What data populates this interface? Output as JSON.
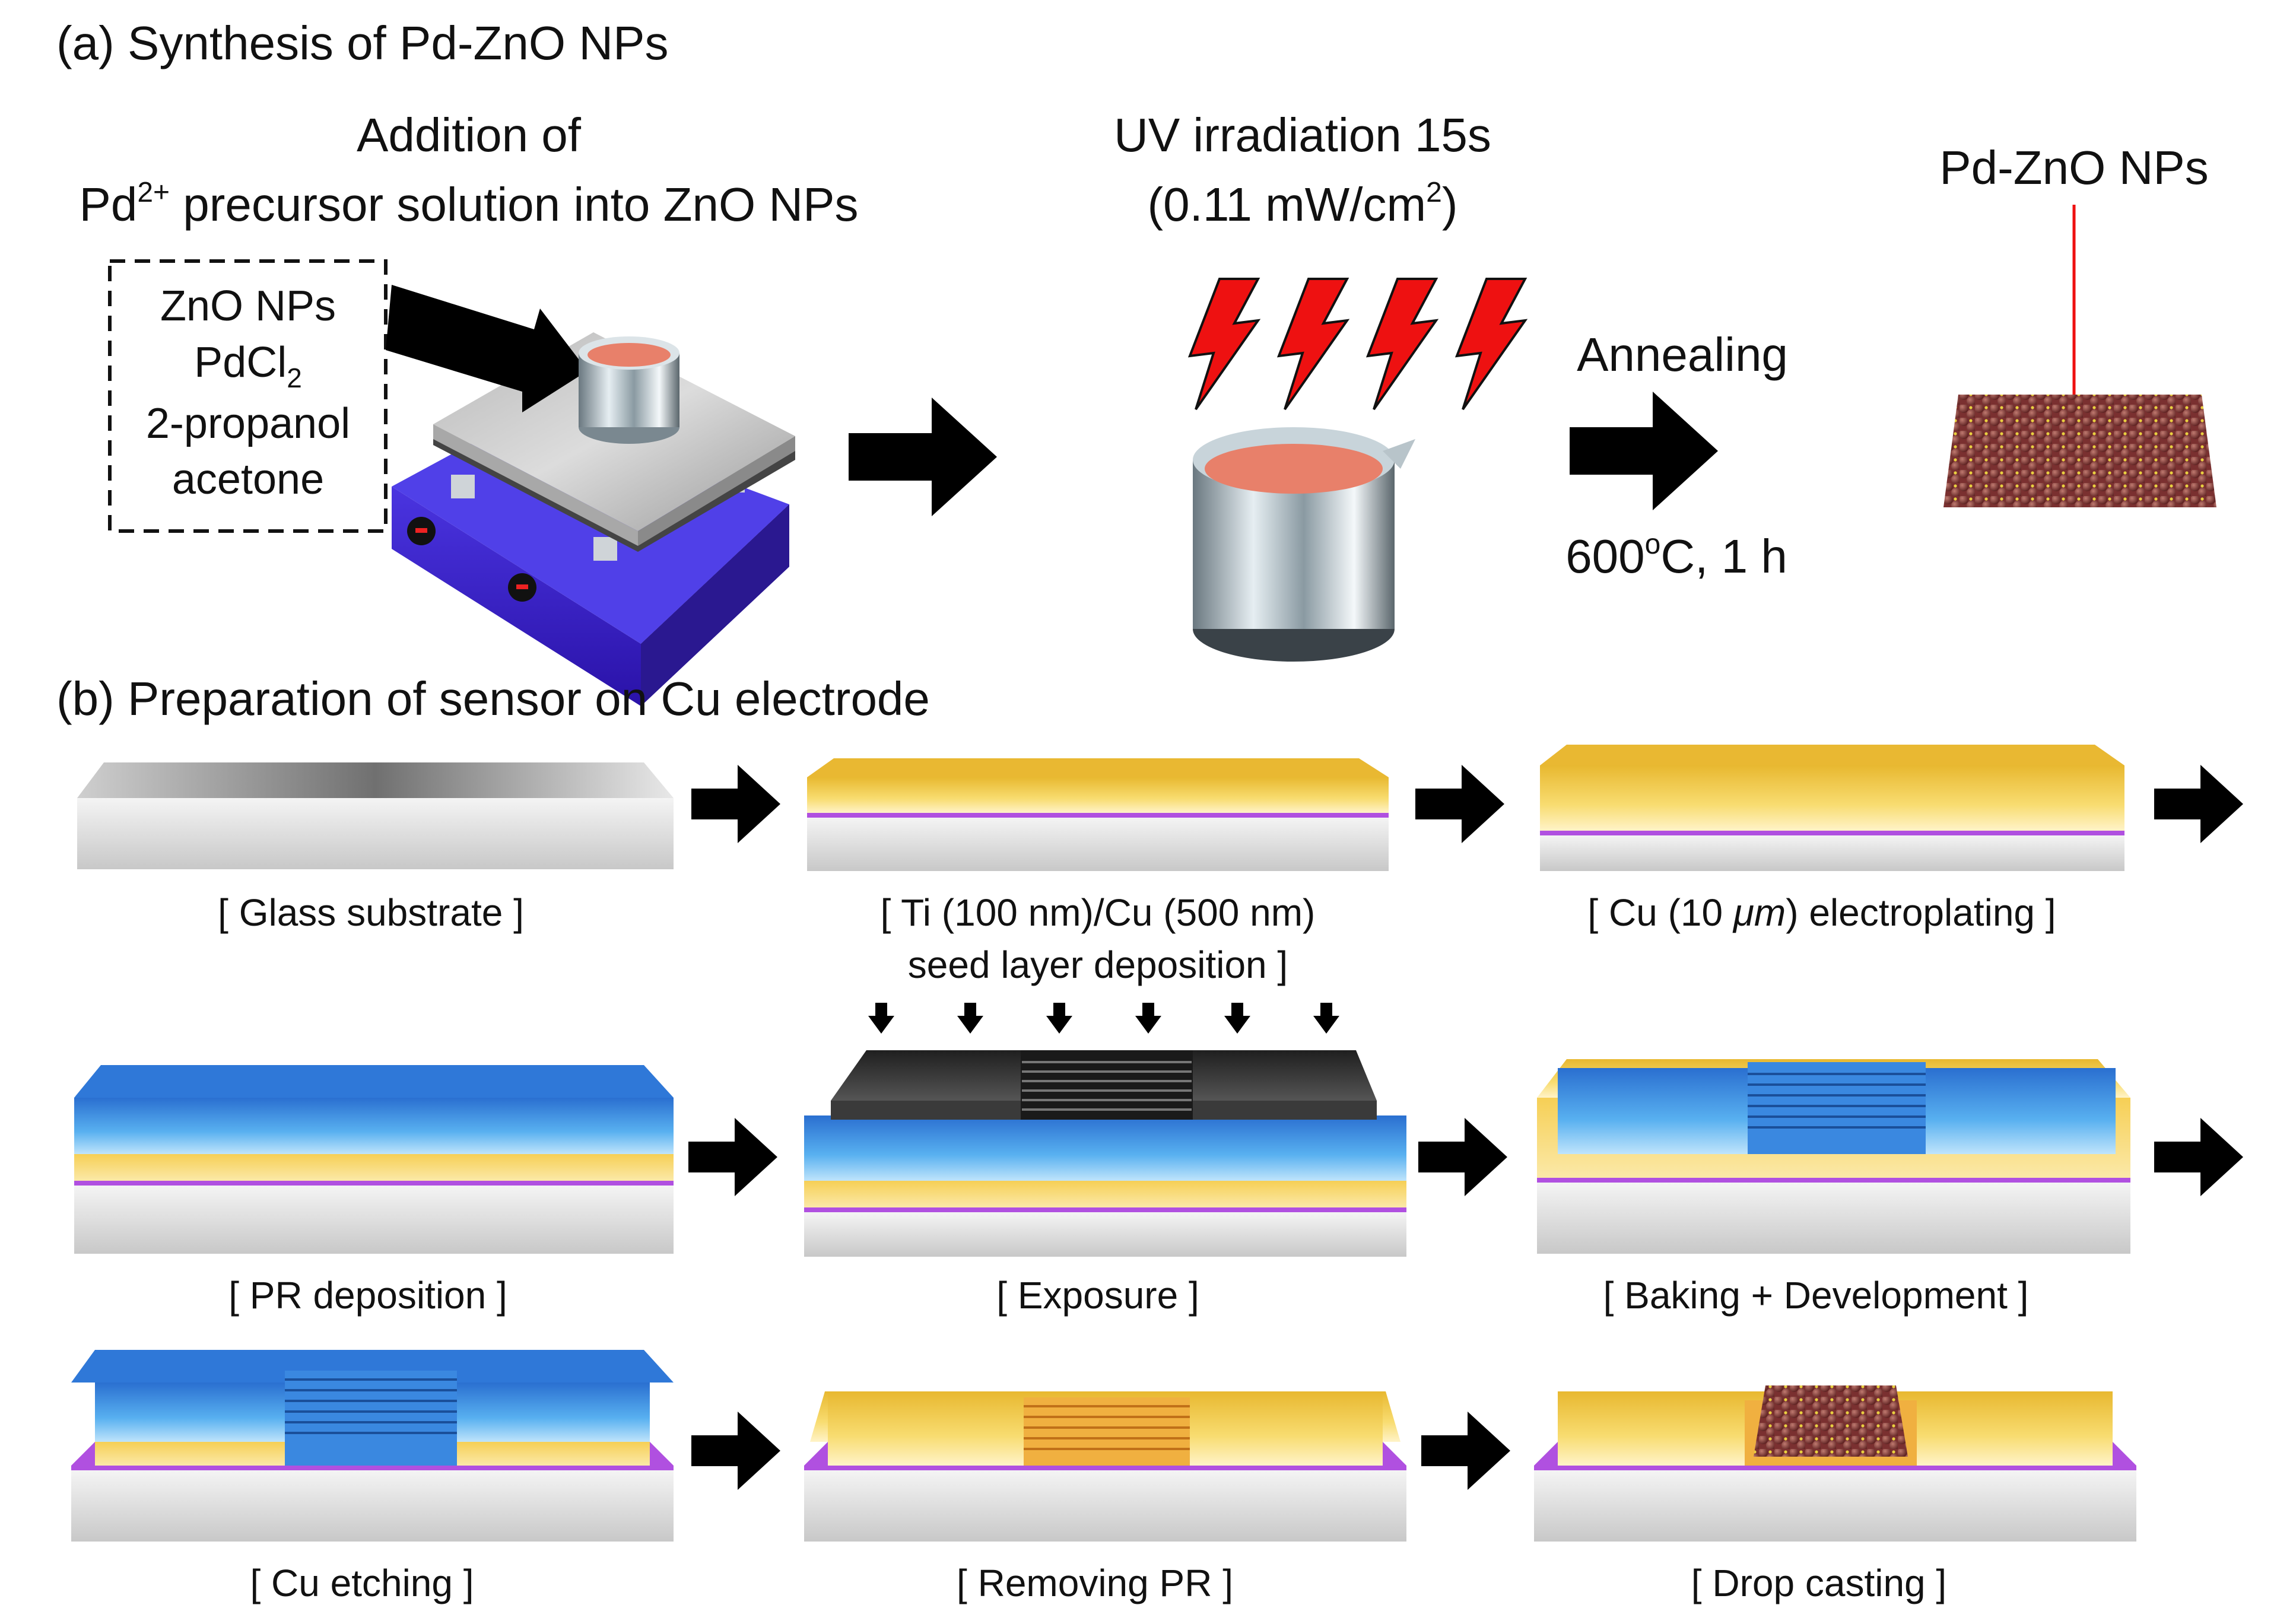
{
  "panel_a": {
    "title": "(a) Synthesis of Pd-ZnO NPs",
    "step1": {
      "line1": "Addition of",
      "line2_prefix": "Pd",
      "line2_sup": "2+",
      "line2_rest": " precursor solution into ZnO NPs",
      "box_items": [
        "ZnO NPs",
        "PdCl",
        "2",
        "2-propanol",
        "acetone"
      ]
    },
    "step2": {
      "line1": "UV irradiation 15s",
      "line2_prefix": "(0.11 mW/cm",
      "line2_sup": "2",
      "line2_suffix": ")"
    },
    "step3": {
      "label": "Annealing",
      "condition_prefix": "600",
      "condition_sup": "o",
      "condition_suffix": "C, 1 h"
    },
    "product_label": "Pd-ZnO NPs"
  },
  "panel_b": {
    "title": "(b) Preparation of sensor on Cu electrode",
    "steps": [
      {
        "line1": "[ Glass substrate ]"
      },
      {
        "line1": "[ Ti (100 nm)/Cu (500 nm)",
        "line2": "seed layer deposition ]"
      },
      {
        "line1_prefix": "[ Cu (10 ",
        "line1_unit": "μm",
        "line1_suffix": ") electroplating ]"
      },
      {
        "line1": "[ PR deposition ]"
      },
      {
        "line1": "[ Exposure ]"
      },
      {
        "line1": "[ Baking + Development ]"
      },
      {
        "line1": "[ Cu etching ]"
      },
      {
        "line1": "[ Removing PR ]"
      },
      {
        "line1": "[ Drop casting ]"
      }
    ]
  },
  "colors": {
    "arrow": "#000000",
    "copper": "#f2c744",
    "photoresist": "#3a8fe0",
    "ti_layer": "#b050e0",
    "glass": "#dcdcdc",
    "hotplate_base": "#3a22c8",
    "lightning": "#ee1111",
    "solution": "#e8806a",
    "nanoparticle": "#8a3a3a",
    "pointer_line": "#ee1111"
  }
}
